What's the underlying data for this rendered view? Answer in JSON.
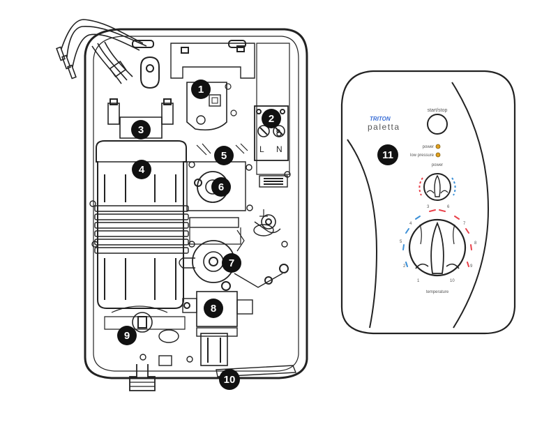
{
  "callouts": [
    {
      "num": "1"
    },
    {
      "num": "2"
    },
    {
      "num": "3"
    },
    {
      "num": "4"
    },
    {
      "num": "5"
    },
    {
      "num": "6"
    },
    {
      "num": "7"
    },
    {
      "num": "8"
    },
    {
      "num": "9"
    },
    {
      "num": "10"
    },
    {
      "num": "11"
    }
  ],
  "terminal": {
    "live": "L",
    "neutral": "N"
  },
  "panel": {
    "brand": "TRITON",
    "model": "paletta",
    "start_stop": "start/stop",
    "power_led": "power",
    "low_pressure_led": "low pressure",
    "power_label": "power",
    "temperature_label": "temperature",
    "scale": [
      "1",
      "2",
      "3",
      "4",
      "5",
      "6",
      "7",
      "8",
      "9",
      "10"
    ]
  },
  "colors": {
    "line": "#222222",
    "callout": "#111111",
    "hot": "#e8414a",
    "cold": "#3b8fd6",
    "led": "#e0a020"
  }
}
